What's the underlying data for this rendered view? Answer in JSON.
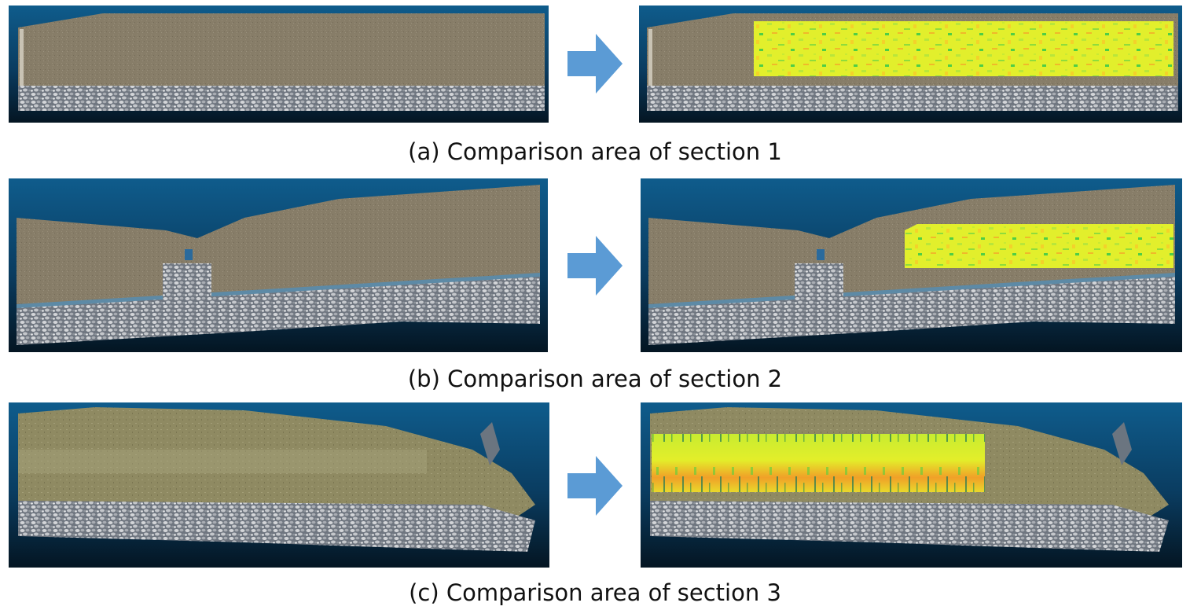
{
  "captions": {
    "a": "(a) Comparison area of section 1",
    "b": "(b) Comparison area of section 2",
    "c": "(c) Comparison area of section 3"
  },
  "colors": {
    "background_top": "#0d4f7a",
    "background_bottom": "#051a2a",
    "wall": "#8a7f6a",
    "stones": "#b9bcc0",
    "heatmap_yellow": "#e8f22a",
    "heatmap_green": "#3fd34a",
    "heatmap_orange": "#f08a2a",
    "arrow": "#5b9bd5"
  }
}
